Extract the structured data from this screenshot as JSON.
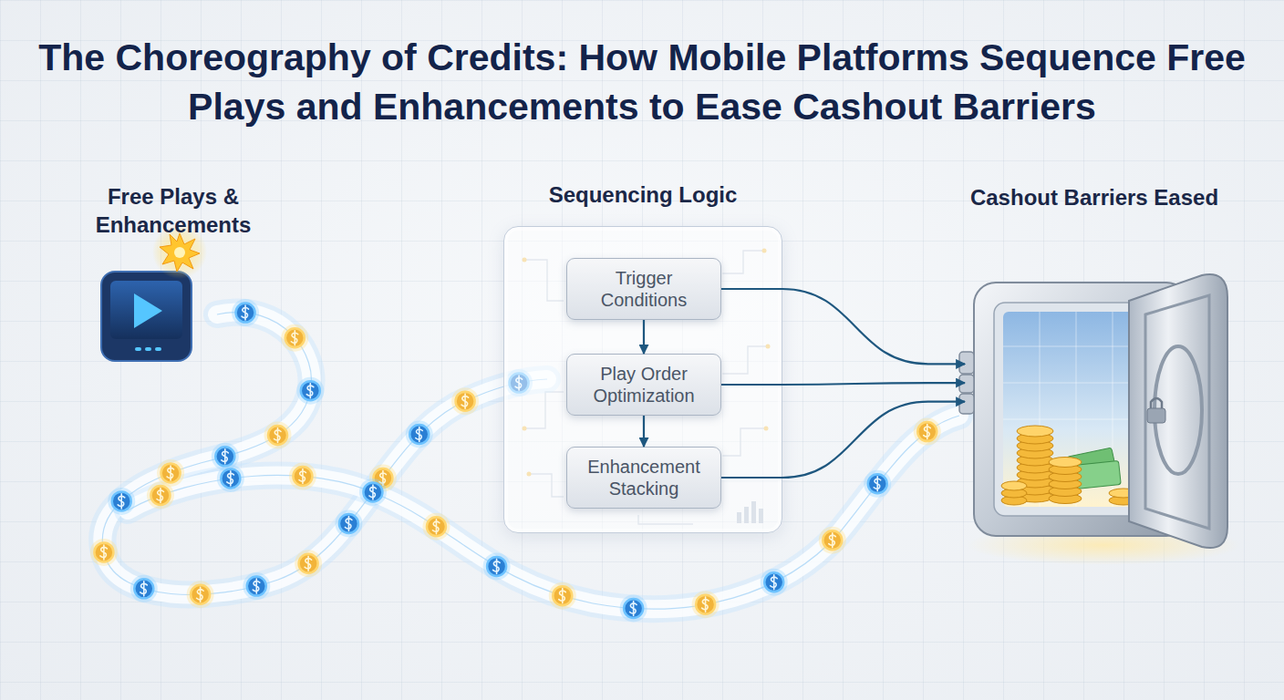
{
  "diagram": {
    "title": "The Choreography of Credits: How Mobile Platforms Sequence Free Plays and Enhancements to Ease Cashout Barriers",
    "nodes": [
      {
        "text": [
          "Free Plays & Enhancements"
        ]
      },
      {
        "text": [
          "Sequencing Logic"
        ]
      },
      {
        "text": [
          "Trigger Conditions"
        ],
        "in": 1
      },
      {
        "text": [
          "Play Order Optimization"
        ],
        "in": 1
      },
      {
        "text": [
          "Enhancement Stacking"
        ],
        "in": 1
      },
      {
        "text": [
          "Cashout Barriers Eased"
        ]
      }
    ],
    "edges": [
      {
        "from": 2,
        "to": 3,
        "arrow": "to"
      },
      {
        "from": 3,
        "to": 4,
        "arrow": "to"
      },
      {
        "from": 2,
        "to": 5,
        "arrow": "to"
      },
      {
        "from": 3,
        "to": 5,
        "arrow": "to"
      },
      {
        "from": 4,
        "to": 5,
        "arrow": "to"
      }
    ]
  }
}
